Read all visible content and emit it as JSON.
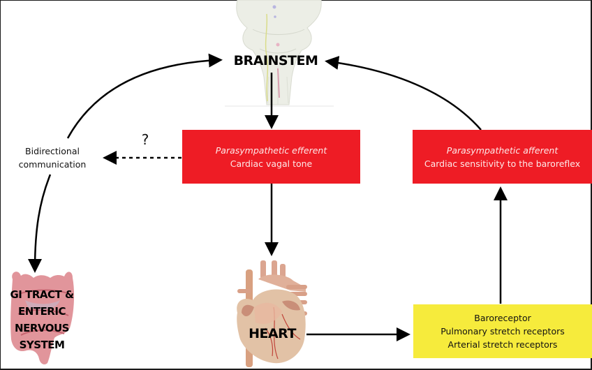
{
  "diagram": {
    "nodes": {
      "brainstem": {
        "label": "BRAINSTEM",
        "icon": "brainstem-illustration"
      },
      "efferent": {
        "title": "Parasympathetic efferent",
        "subtitle": "Cardiac vagal tone",
        "color": "#ee1c25"
      },
      "afferent": {
        "title": "Parasympathetic afferent",
        "subtitle": "Cardiac sensitivity to the baroreflex",
        "color": "#ee1c25"
      },
      "bidirectional": {
        "line1": "Bidirectional",
        "line2": "communication"
      },
      "question": {
        "label": "?"
      },
      "gi_tract": {
        "lines": [
          "GI TRACT &",
          "ENTERIC",
          "NERVOUS",
          "SYSTEM"
        ],
        "icon": "intestine-illustration"
      },
      "heart": {
        "label": "HEART",
        "icon": "heart-illustration"
      },
      "receptors": {
        "lines": [
          "Baroreceptor",
          "Pulmonary stretch receptors",
          "Arterial stretch receptors"
        ],
        "color": "#f6eb3c"
      }
    },
    "edges": [
      {
        "from": "bidirectional",
        "to": "brainstem",
        "style": "solid",
        "shape": "curve"
      },
      {
        "from": "brainstem",
        "to": "efferent",
        "style": "solid"
      },
      {
        "from": "efferent",
        "to": "bidirectional",
        "style": "dashed",
        "label": "?"
      },
      {
        "from": "bidirectional",
        "to": "gi_tract",
        "style": "solid",
        "shape": "curve"
      },
      {
        "from": "efferent",
        "to": "heart",
        "style": "solid"
      },
      {
        "from": "heart",
        "to": "receptors",
        "style": "solid"
      },
      {
        "from": "receptors",
        "to": "afferent",
        "style": "solid"
      },
      {
        "from": "afferent",
        "to": "brainstem",
        "style": "solid",
        "shape": "curve"
      }
    ]
  }
}
